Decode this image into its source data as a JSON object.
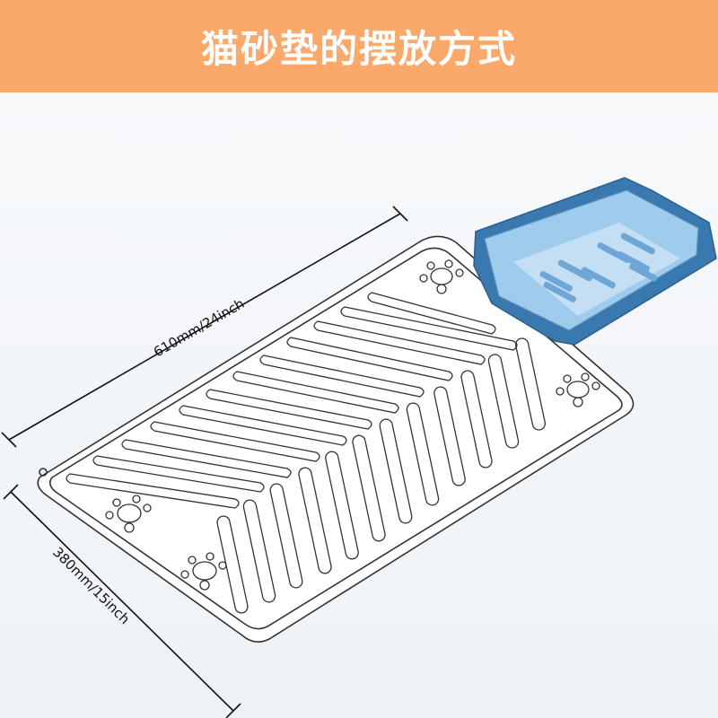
{
  "header": {
    "title": "猫砂垫的摆放方式"
  },
  "dimensions": {
    "length_label": "610mm/24inch",
    "width_label": "380mm/15inch"
  },
  "colors": {
    "banner": "#fba86b",
    "litter_box": "#7fb6e0",
    "litter_box_edge": "#3a78b0",
    "mat_line": "#333333"
  },
  "icons": [
    "paw-print-icon"
  ]
}
